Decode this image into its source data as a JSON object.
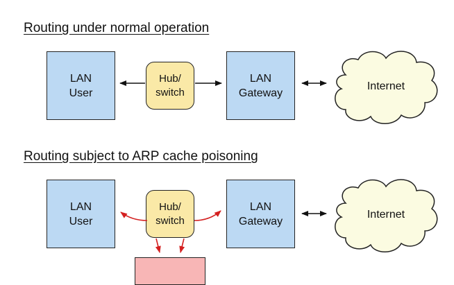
{
  "colors": {
    "node_fill": "#bcd9f3",
    "hub_fill": "#fae9a7",
    "cloud_fill": "#fbfbe1",
    "attacker_fill": "#f8b6b6",
    "normal_arrow": "#111111",
    "poison_arrow": "#d42020"
  },
  "sections": [
    {
      "title": "Routing under normal operation",
      "user": "LAN\nUser",
      "hub": "Hub/\nswitch",
      "gateway": "LAN\nGateway",
      "internet": "Internet"
    },
    {
      "title": "Routing subject to ARP cache poisoning",
      "user": "LAN\nUser",
      "hub": "Hub/\nswitch",
      "gateway": "LAN\nGateway",
      "internet": "Internet"
    }
  ]
}
